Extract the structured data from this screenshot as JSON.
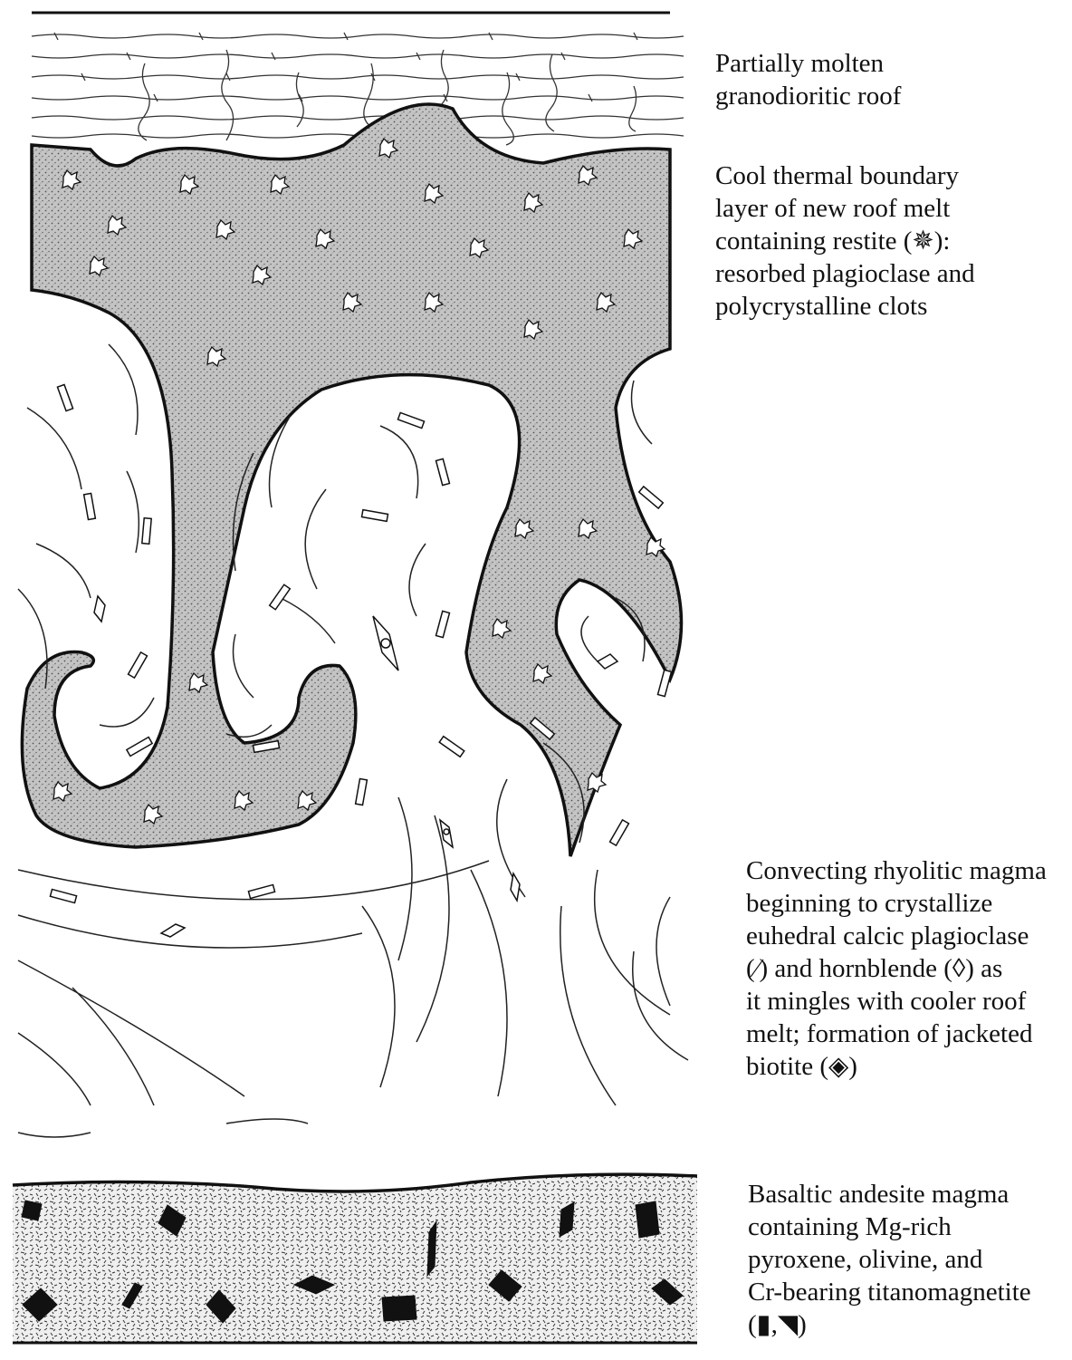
{
  "labels": {
    "roof": {
      "line1": "Partially molten",
      "line2": "granodioritic roof"
    },
    "boundary": {
      "line1": "Cool thermal boundary",
      "line2": "layer of new roof melt",
      "line3": "containing restite (✵):",
      "line4": "resorbed plagioclase and",
      "line5": "polycrystalline clots"
    },
    "convecting": {
      "line1": "Convecting rhyolitic magma",
      "line2": "beginning to crystallize",
      "line3": "euhedral calcic plagioclase",
      "line4": "(∕) and hornblende (◊) as",
      "line5": "it mingles with cooler roof",
      "line6": "melt; formation of jacketed",
      "line7": "biotite (◈)"
    },
    "basalt": {
      "line1": "Basaltic andesite magma",
      "line2": "containing Mg-rich",
      "line3": "pyroxene, olivine, and",
      "line4": "Cr-bearing titanomagnetite",
      "line5": "(▮,◥)"
    }
  },
  "colors": {
    "ink": "#111111",
    "stipple_bg": "#bdbdbd",
    "paper": "#ffffff"
  }
}
